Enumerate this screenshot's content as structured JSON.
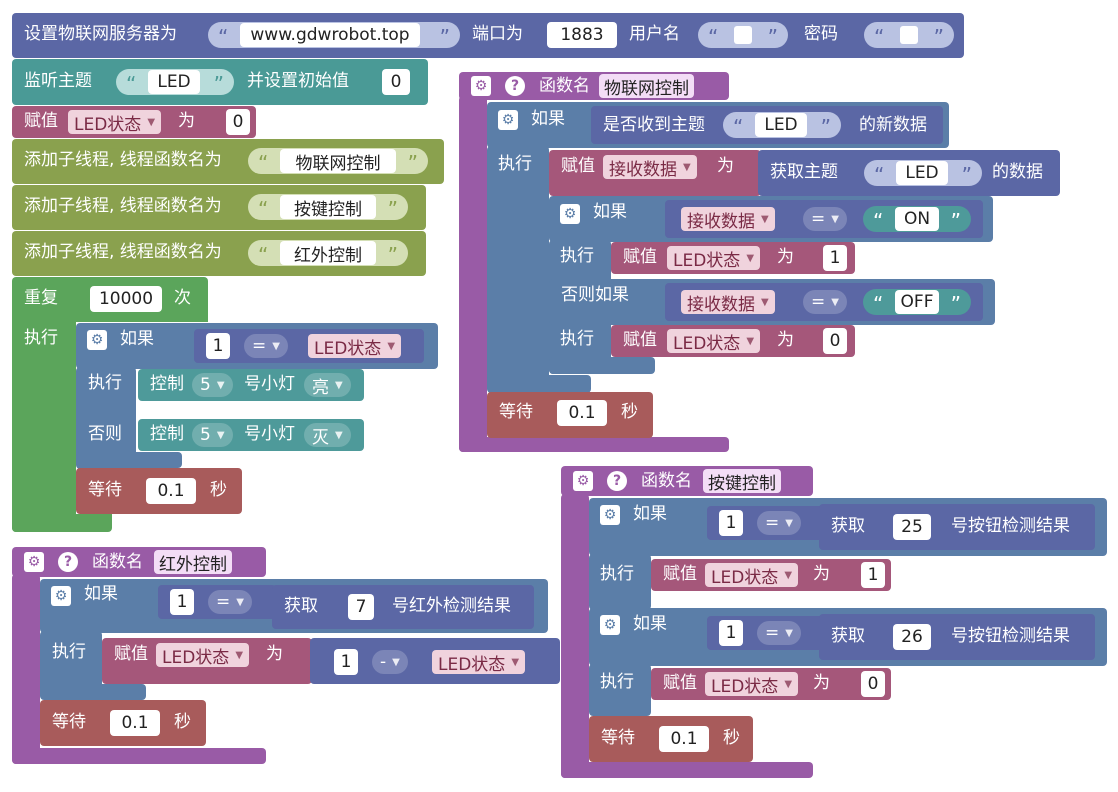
{
  "colors": {
    "iot": "#5b67a5",
    "iot_dark": "#4b568e",
    "subscribe": "#4a9a96",
    "variable": "#a5577a",
    "thread": "#8aa14e",
    "loop": "#5ba55b",
    "control": "#5b7ea8",
    "pin": "#4e9a9a",
    "wait": "#a85b5b",
    "function": "#995ba6",
    "logic": "#5b67a5",
    "math": "#5b67a5"
  },
  "iot_setup": {
    "label": "设置物联网服务器为",
    "server": "www.gdwrobot.top",
    "port_label": "端口为",
    "port": "1883",
    "user_label": "用户名",
    "user": "",
    "password_label": "密码",
    "password": ""
  },
  "subscribe": {
    "label": "监听主题",
    "topic": "LED",
    "init_label": "并设置初始值",
    "init_value": "0"
  },
  "assign_led": {
    "label": "赋值",
    "var": "LED状态",
    "to": "为",
    "value": "0"
  },
  "threads": [
    {
      "label": "添加子线程, 线程函数名为",
      "name": "物联网控制"
    },
    {
      "label": "添加子线程, 线程函数名为",
      "name": "按键控制"
    },
    {
      "label": "添加子线程, 线程函数名为",
      "name": "红外控制"
    }
  ],
  "main_loop": {
    "repeat_label": "重复",
    "count": "10000",
    "times_label": "次",
    "do_label": "执行",
    "if_label": "如果",
    "cmp_left": "1",
    "op": "=",
    "cmp_var": "LED状态",
    "then_label": "执行",
    "ctrl_label": "控制",
    "pin": "5",
    "lamp_label": "号小灯",
    "state_on": "亮",
    "else_label": "否则",
    "state_off": "灭",
    "wait_label": "等待",
    "wait": "0.1",
    "sec_label": "秒"
  },
  "func_iot": {
    "func_label": "函数名",
    "name": "物联网控制",
    "if_label": "如果",
    "received_label": "是否收到主题",
    "topic": "LED",
    "new_data_label": "的新数据",
    "do_label": "执行",
    "assign_label": "赋值",
    "recv_var": "接收数据",
    "to": "为",
    "get_topic_label": "获取主题",
    "data_label": "的数据",
    "inner_if_label": "如果",
    "op": "=",
    "on_str": "ON",
    "led_var": "LED状态",
    "one": "1",
    "elseif_label": "否则如果",
    "off_str": "OFF",
    "zero": "0",
    "wait_label": "等待",
    "wait": "0.1",
    "sec_label": "秒"
  },
  "func_ir": {
    "func_label": "函数名",
    "name": "红外控制",
    "if_label": "如果",
    "cmp_left": "1",
    "op": "=",
    "get_label": "获取",
    "pin": "7",
    "sensor_label": "号红外检测结果",
    "do_label": "执行",
    "assign_label": "赋值",
    "var": "LED状态",
    "to": "为",
    "one": "1",
    "minus": "-",
    "wait_label": "等待",
    "wait": "0.1",
    "sec_label": "秒"
  },
  "func_key": {
    "func_label": "函数名",
    "name": "按键控制",
    "if_label": "如果",
    "cmp_left": "1",
    "op": "=",
    "get_label": "获取",
    "pin1": "25",
    "pin2": "26",
    "sensor_label": "号按钮检测结果",
    "do_label": "执行",
    "assign_label": "赋值",
    "var": "LED状态",
    "to": "为",
    "one": "1",
    "zero": "0",
    "wait_label": "等待",
    "wait": "0.1",
    "sec_label": "秒"
  }
}
